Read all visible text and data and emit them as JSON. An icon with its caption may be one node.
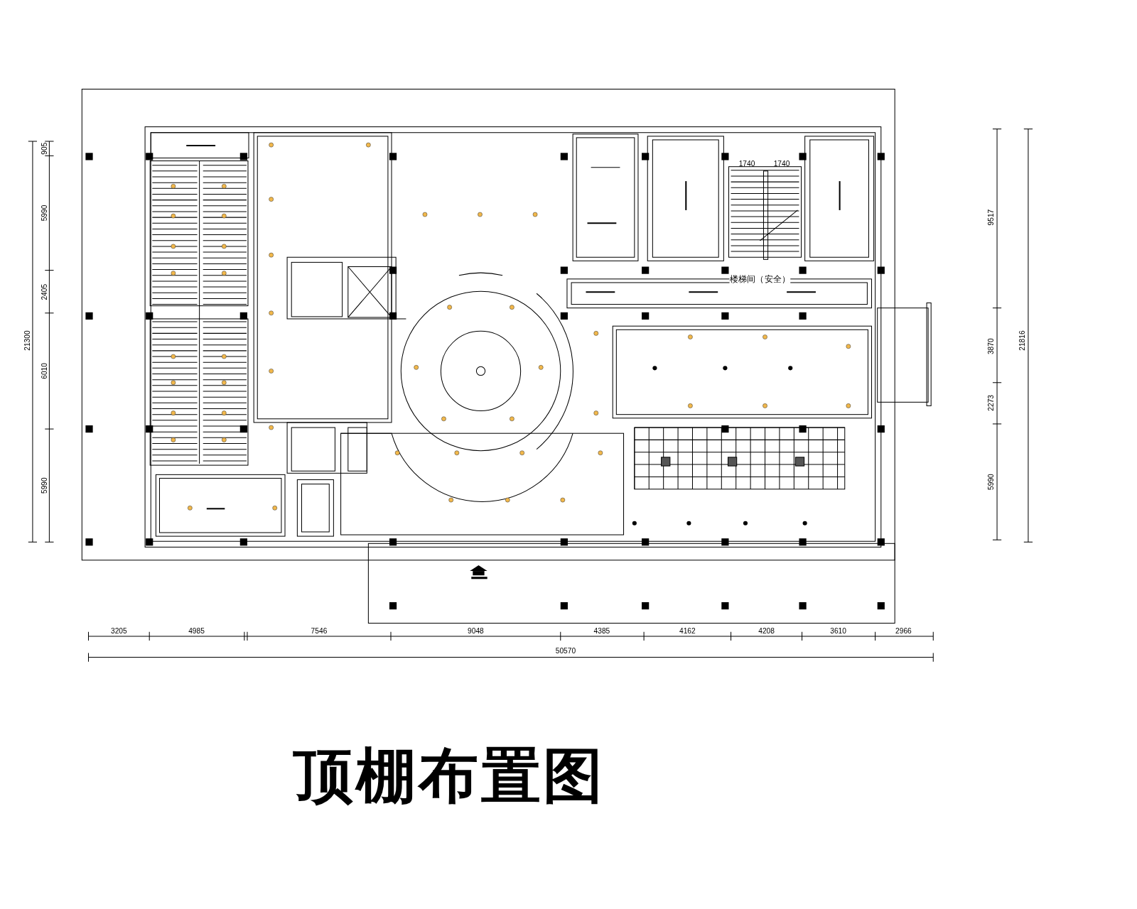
{
  "diagram": {
    "title": "顶棚布置图",
    "labels": [
      "1740",
      "1740",
      "楼梯间（安全）",
      "21300",
      "905",
      "5990",
      "2405",
      "6010",
      "5990",
      "9517",
      "3870",
      "2273",
      "5990",
      "21816",
      "3205",
      "4985",
      "7546",
      "9048",
      "4385",
      "4162",
      "4208",
      "3610",
      "2966",
      "50570"
    ]
  }
}
